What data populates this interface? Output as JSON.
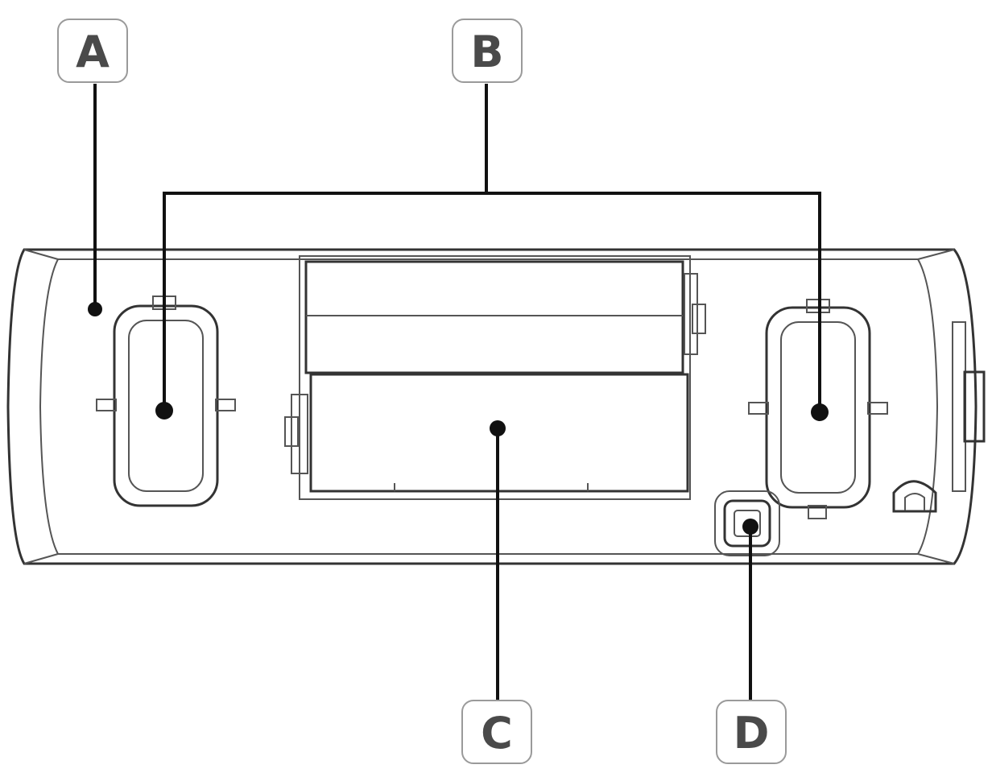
{
  "callouts": {
    "a": {
      "label": "A"
    },
    "b": {
      "label": "B"
    },
    "c": {
      "label": "C"
    },
    "d": {
      "label": "D"
    }
  },
  "colors": {
    "line": "#333333",
    "leader": "#111111",
    "callout_border": "#9a9a9a",
    "callout_text": "#4a4a4a"
  }
}
